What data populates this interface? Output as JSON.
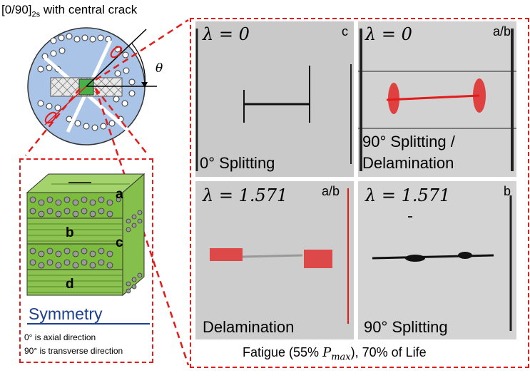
{
  "header": {
    "title": "[0/90]",
    "title_sub": "2s",
    "title_rest": " with central crack"
  },
  "specimen": {
    "angle_label": "θ"
  },
  "layup": {
    "layers": [
      "a",
      "b",
      "c",
      "d"
    ],
    "symmetry_label": "Symmetry",
    "note_axial": "0° is axial direction",
    "note_transverse": "90° is transverse direction"
  },
  "panels": [
    {
      "lambda": "λ = 0",
      "tag": "c",
      "caption": "0° Splitting",
      "caption2": ""
    },
    {
      "lambda": "λ = 0",
      "tag": "a/b",
      "caption": "90° Splitting /",
      "caption2": "Delamination"
    },
    {
      "lambda": "λ = 1.571",
      "tag": "a/b",
      "caption": "Delamination",
      "caption2": ""
    },
    {
      "lambda": "λ = 1.571",
      "tag": "b",
      "caption": "90° Splitting",
      "caption2": ""
    }
  ],
  "footer": {
    "prefix": "Fatigue (55% ",
    "pmax": "P",
    "pmax_sub": "max",
    "suffix": "), 70% of Life"
  },
  "colors": {
    "accent": "#e21b1b",
    "green": "#7dbd3e",
    "symmetry": "#1d3f8f",
    "disk": "#a9c4e6"
  }
}
